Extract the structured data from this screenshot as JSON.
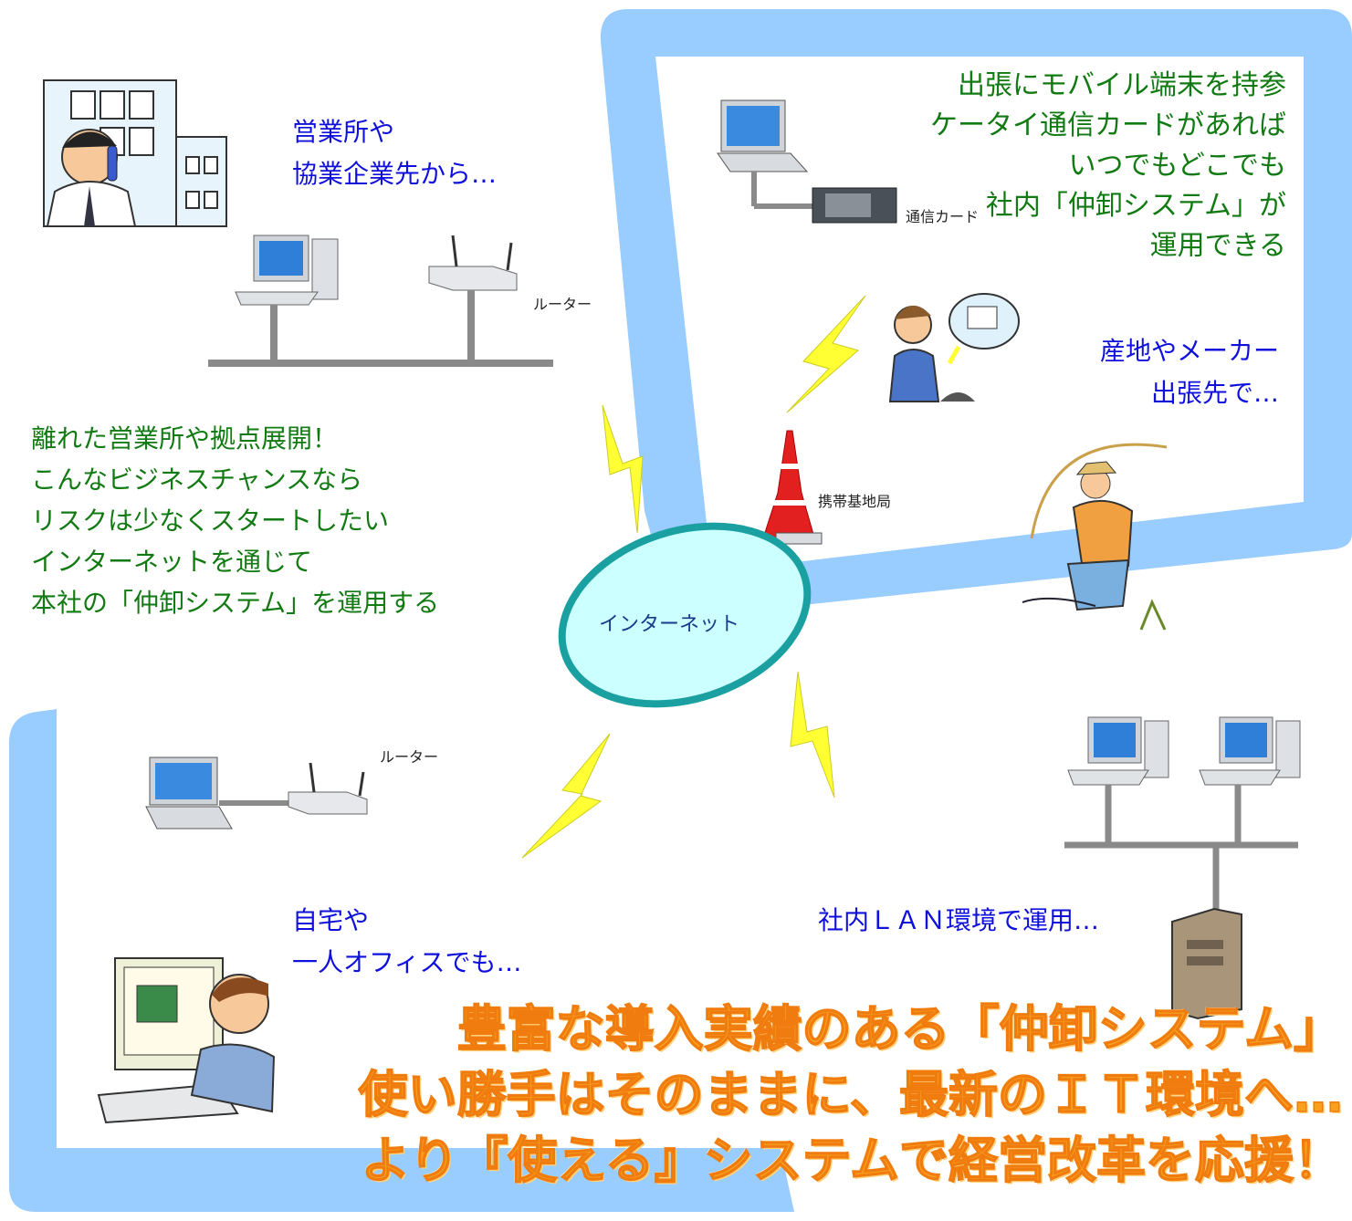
{
  "labels": {
    "sales_office": [
      "営業所や",
      "協業企業先から…"
    ],
    "router_1": "ルーター",
    "router_2": "ルーター",
    "card": "通信カード",
    "base_station": "携帯基地局",
    "internet": "インターネット",
    "field": [
      "産地やメーカー",
      "出張先で…"
    ],
    "home": [
      "自宅や",
      "一人オフィスでも…"
    ],
    "lan": "社内ＬＡＮ環境で運用…"
  },
  "left_message": [
    "離れた営業所や拠点展開！",
    "こんなビジネスチャンスなら",
    "リスクは少なくスタートしたい",
    "インターネットを通じて",
    "本社の「仲卸システム」を運用する"
  ],
  "mobile_message": [
    "出張にモバイル端末を持参",
    "ケータイ通信カードがあれば",
    "いつでもどこでも",
    "社内「仲卸システム」が",
    "運用できる"
  ],
  "banner": [
    "豊富な導入実績のある「仲卸システム」",
    "使い勝手はそのままに、最新のＩＴ環境へ…",
    "より『使える』システムで経営改革を応援！"
  ],
  "colors": {
    "frame": "#99ccff",
    "internet_fill": "#ccffff",
    "internet_stroke": "#1aa0a0",
    "lightning": "#ffff33",
    "banner": "#f7a11e"
  }
}
